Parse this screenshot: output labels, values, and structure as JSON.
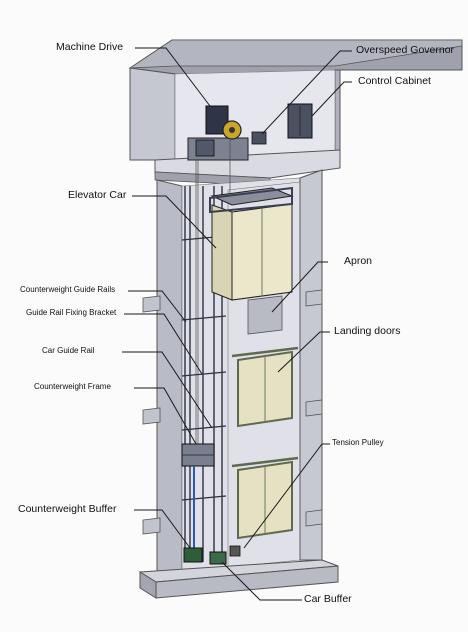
{
  "labels": {
    "machine_drive": "Machine Drive",
    "overspeed_governor": "Overspeed Governor",
    "control_cabinet": "Control Cabinet",
    "elevator_car": "Elevator Car",
    "apron": "Apron",
    "counterweight_guide_rails": "Counterweight Guide Rails",
    "guide_rail_fixing_bracket": "Guide Rail Fixing Bracket",
    "landing_doors": "Landing doors",
    "car_guide_rail": "Car Guide Rail",
    "counterweight_frame": "Counterweight Frame",
    "tension_pulley": "Tension Pulley",
    "counterweight_buffer": "Counterweight Buffer",
    "car_buffer": "Car Buffer"
  },
  "colors": {
    "wall": "#c9cbd4",
    "wall_dark": "#a9abb6",
    "wall_light": "#e2e3ea",
    "car_panel": "#e9e5c9",
    "door_frame": "#6f7b5e",
    "machine": "#2b2f3a",
    "leader": "#1a1a1a"
  }
}
